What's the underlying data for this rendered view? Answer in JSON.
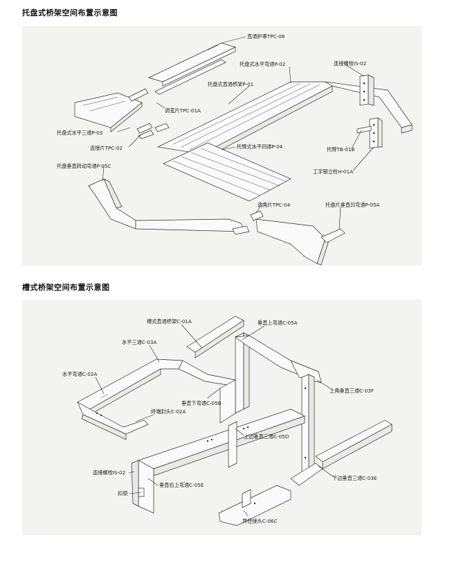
{
  "diagram1": {
    "title": "托盘式桥架空间布置示意图",
    "labels": {
      "tpc08": "直通护罩TPC-08",
      "p02": "托盘式水平弯通P-02",
      "is02": "连接螺栓IS-02",
      "p01": "托盘式直通桥架P-01",
      "tpc01a": "调宽片TPC-01A",
      "p03": "托盘式水平三通P-03",
      "tpc02": "连接片TPC-02",
      "p04": "托臂式水平四通P-04",
      "tb01b": "托臂TB-01B",
      "p05c": "托盘垂直转动弯通P-05C",
      "h01a": "工字钢立柱H-01A",
      "tpc04": "调角片TPC-04",
      "p05a": "托盘片垂直凹弯通P-05A"
    }
  },
  "diagram2": {
    "title": "槽式桥架空间布置示意图",
    "labels": {
      "c01a": "槽式直通桥架C-01A",
      "c05a": "垂直上弯通C-05A",
      "c03a": "水平三通C-03A",
      "c02a": "水平弯通C-02A",
      "c03f": "上角垂直三通C-03F",
      "c05b": "垂直下弯通C-05B",
      "c02a_end": "终端封头C-02A",
      "c05d": "上边垂直三通C-05D",
      "is02": "连接螺栓IS-02",
      "c03e": "下边垂直三通C-03E",
      "c05e": "垂直右上弯通C-05E",
      "buckle": "扣锁",
      "c06c": "异径接头C-06C"
    }
  }
}
